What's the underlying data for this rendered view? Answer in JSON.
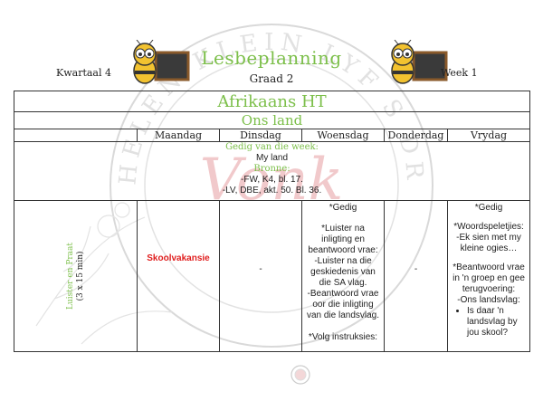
{
  "watermark": {
    "text": "HELEN KLEIN LYF S DROOM",
    "script": "Vonk"
  },
  "header": {
    "title": "Lesbeplanning",
    "grade": "Graad 2",
    "term": "Kwartaal 4",
    "week": "Week 1"
  },
  "subject": "Afrikaans HT",
  "theme": "Ons land",
  "days": [
    "Maandag",
    "Dinsdag",
    "Woensdag",
    "Donderdag",
    "Vrydag"
  ],
  "poem": {
    "heading": "Gedig van die week:",
    "title": "My land",
    "sources_label": "Bronne:",
    "source1": "-FW, K4, bl. 17.",
    "source2": "-LV, DBE, akt. 50. Bl. 36."
  },
  "activity": {
    "name": "Luister en Praat",
    "duration": "(3 x 15 min)"
  },
  "cells": {
    "monday": "Skoolvakansie",
    "tuesday": "-",
    "thursday": "-",
    "wednesday": [
      "*Gedig",
      "*Luister na inligting en beantwoord vrae:",
      "-Luister na die geskiedenis van die SA vlag.",
      "-Beantwoord vrae oor die inligting van die landsvlag.",
      "*Volg instruksies:"
    ],
    "friday": {
      "p1": "*Gedig",
      "p2": "*Woordspeletjies:",
      "p2b": "-Ek sien met my kleine ogies…",
      "p3": "*Beantwoord vrae in 'n groep en gee terugvoering:",
      "p3b": "-Ons landsvlag:",
      "bullet": "Is daar 'n landsvlag by jou skool?"
    }
  }
}
